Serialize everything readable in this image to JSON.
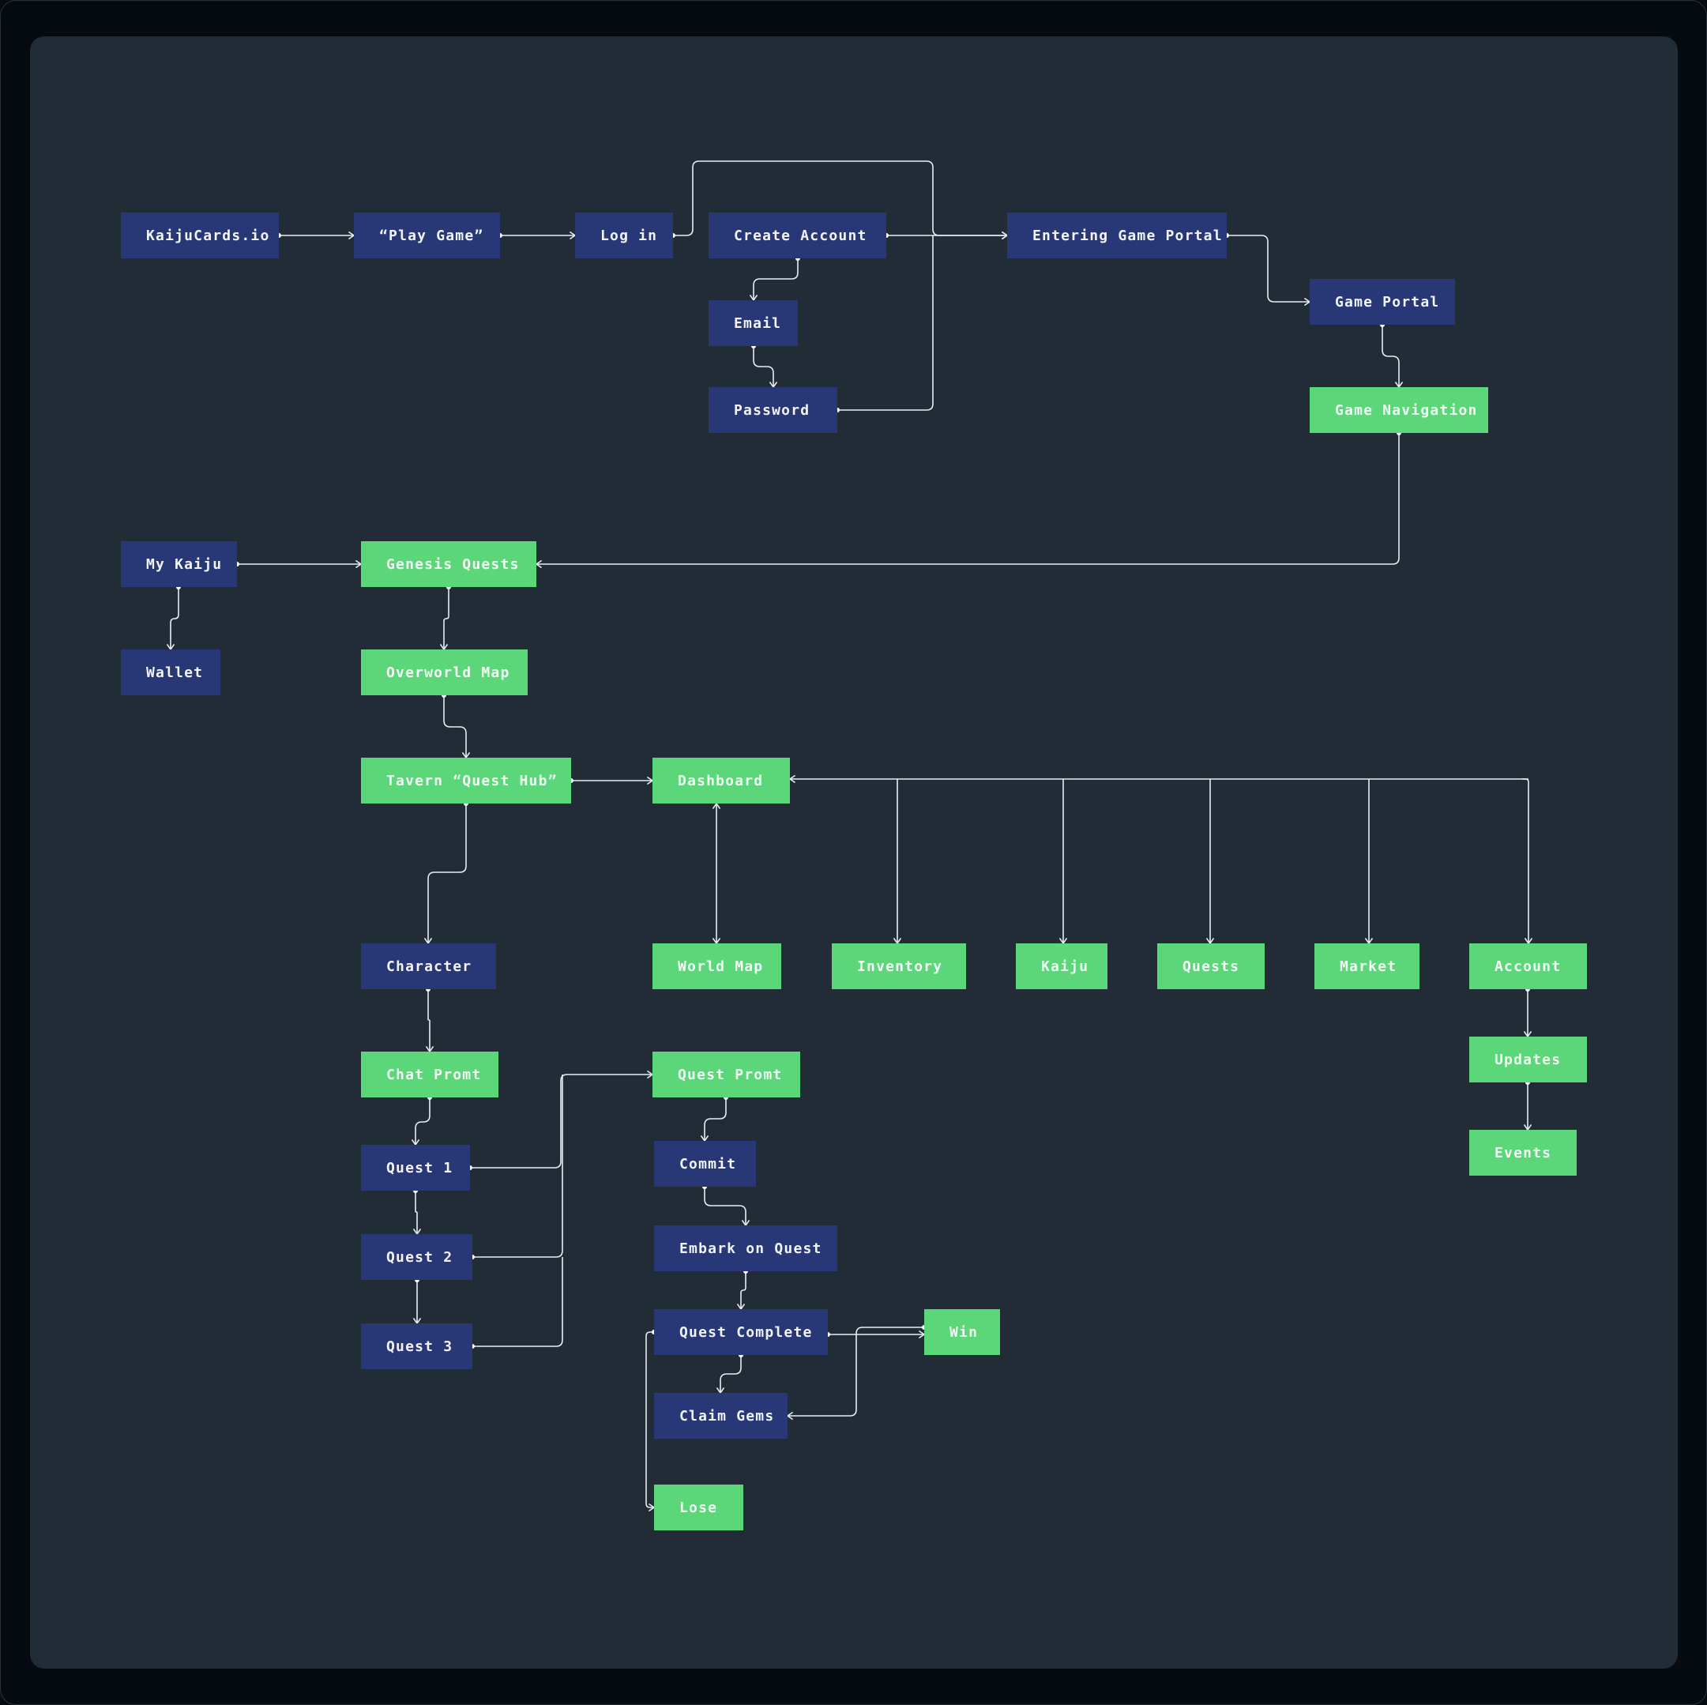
{
  "colors": {
    "blue_node": "#283775",
    "green_node": "#5bd77a",
    "canvas": "#222c36",
    "frame": "#050b10",
    "link": "#e8edf2"
  },
  "nodes": {
    "kaijucards": "KaijuCards.io",
    "play_game": "“Play Game”",
    "log_in": "Log in",
    "create_account": "Create Account",
    "entering_portal": "Entering Game Portal",
    "email": "Email",
    "password": "Password",
    "game_portal": "Game Portal",
    "game_navigation": "Game Navigation",
    "my_kaiju": "My Kaiju",
    "wallet": "Wallet",
    "genesis_quests": "Genesis Quests",
    "overworld_map": "Overworld Map",
    "tavern": "Tavern “Quest Hub”",
    "dashboard": "Dashboard",
    "character": "Character",
    "world_map": "World Map",
    "inventory": "Inventory",
    "kaiju": "Kaiju",
    "quests": "Quests",
    "market": "Market",
    "account": "Account",
    "updates": "Updates",
    "events": "Events",
    "chat_promt": "Chat Promt",
    "quest_promt": "Quest Promt",
    "quest1": "Quest 1",
    "quest2": "Quest 2",
    "quest3": "Quest 3",
    "commit": "Commit",
    "embark": "Embark on Quest",
    "quest_complete": "Quest Complete",
    "win": "Win",
    "claim_gems": "Claim Gems",
    "lose": "Lose"
  }
}
